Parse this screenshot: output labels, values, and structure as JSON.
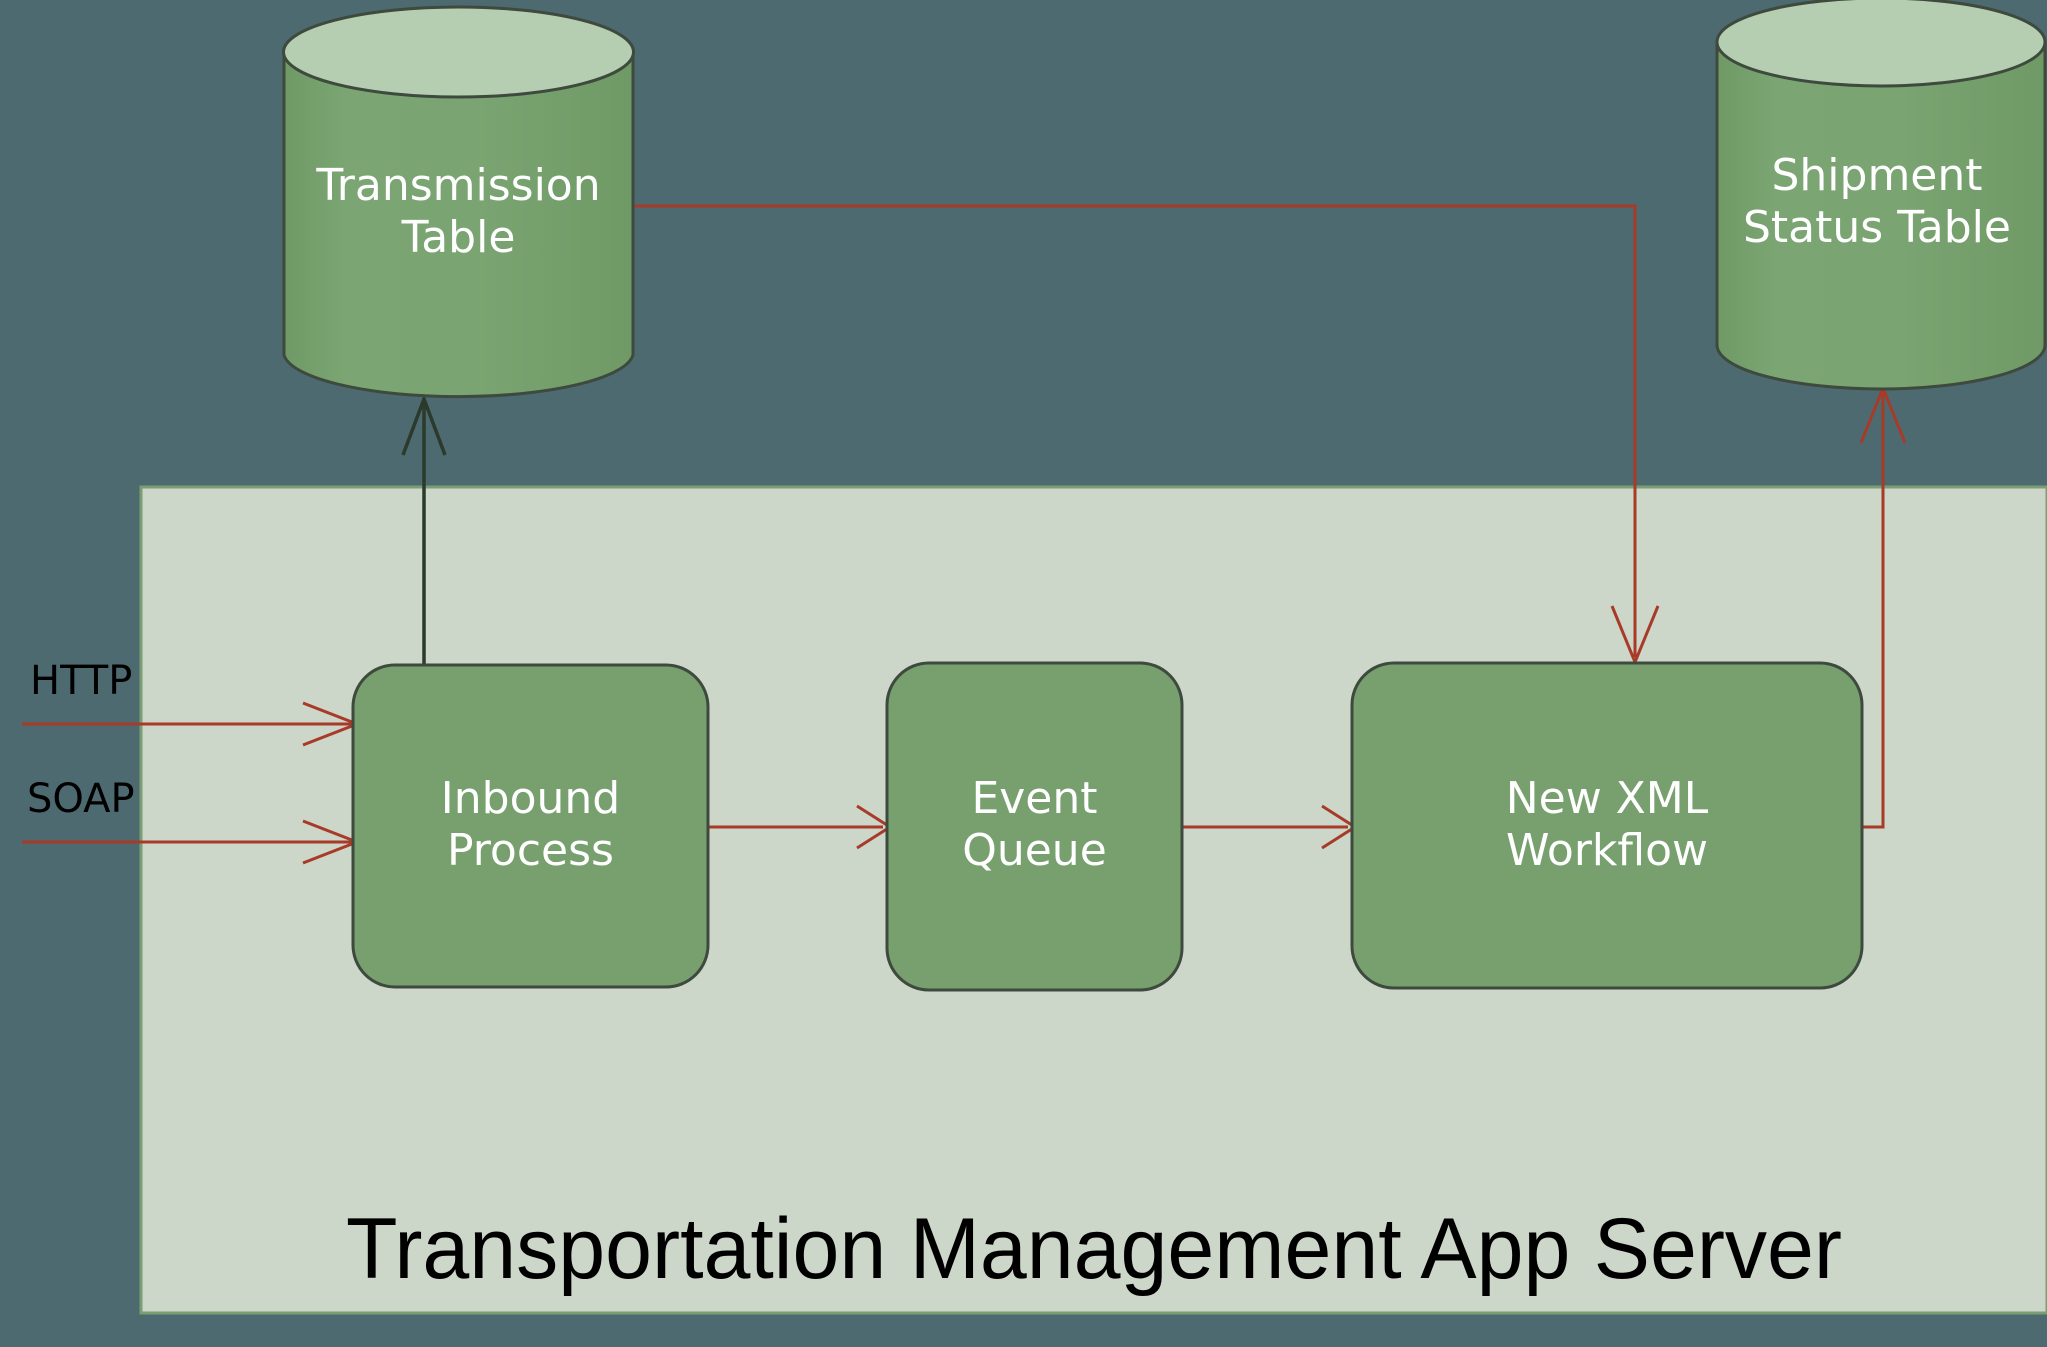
{
  "diagram": {
    "title": "Transportation Management App Server",
    "background_color": "#4d6a71",
    "panel_color": "#ccd6c9",
    "node_fill": "#77a06e",
    "cylinder_top_fill": "#b5cdb0",
    "stroke_color": "#3d4a3d",
    "arrow_red": "#a83a28",
    "arrow_dark": "#2b3a2b",
    "label_white": "#ffffff",
    "label_black": "#000000"
  },
  "panel": {
    "name": "Transportation Management App Server",
    "title": "Transportation Management App Server"
  },
  "databases": [
    {
      "id": "transmission-table",
      "label": "Transmission\nTable",
      "shape": "cylinder"
    },
    {
      "id": "shipment-status-table",
      "label": "Shipment\nStatus Table",
      "shape": "cylinder"
    }
  ],
  "processes": [
    {
      "id": "inbound-process",
      "label": "Inbound\nProcess",
      "shape": "rounded-rect"
    },
    {
      "id": "event-queue",
      "label": "Event\nQueue",
      "shape": "rounded-rect"
    },
    {
      "id": "new-xml-workflow",
      "label": "New XML\nWorkflow",
      "shape": "rounded-rect"
    }
  ],
  "protocols": [
    {
      "id": "http",
      "label": "HTTP"
    },
    {
      "id": "soap",
      "label": "SOAP"
    }
  ],
  "connections": [
    {
      "id": "http-to-inbound",
      "from": "HTTP",
      "to": "Inbound Process",
      "color": "#a83a28"
    },
    {
      "id": "soap-to-inbound",
      "from": "SOAP",
      "to": "Inbound Process",
      "color": "#a83a28"
    },
    {
      "id": "inbound-to-transmission",
      "from": "Inbound Process",
      "to": "Transmission Table",
      "color": "#2b3a2b"
    },
    {
      "id": "inbound-to-event-queue",
      "from": "Inbound Process",
      "to": "Event Queue",
      "color": "#a83a28"
    },
    {
      "id": "event-queue-to-workflow",
      "from": "Event Queue",
      "to": "New XML Workflow",
      "color": "#a83a28"
    },
    {
      "id": "transmission-to-workflow",
      "from": "Transmission Table",
      "to": "New XML Workflow",
      "color": "#a83a28"
    },
    {
      "id": "workflow-to-shipment-status",
      "from": "New XML Workflow",
      "to": "Shipment Status Table",
      "color": "#a83a28"
    }
  ]
}
